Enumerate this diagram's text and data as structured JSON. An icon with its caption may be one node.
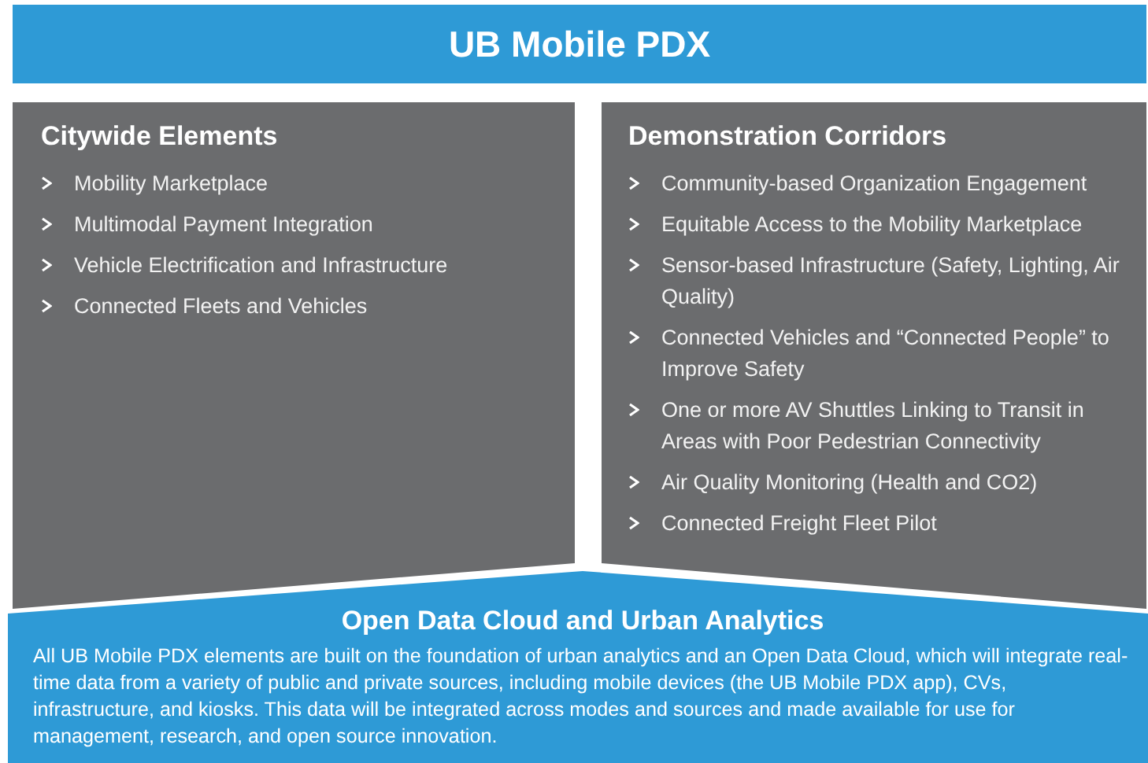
{
  "diagram": {
    "title": "UB Mobile PDX",
    "nodes": [
      {
        "text": [
          "Citywide Elements",
          "Mobility Marketplace",
          "Multimodal Payment Integration",
          "Vehicle Electrification and Infrastructure",
          "Connected Fleets and Vehicles"
        ]
      },
      {
        "text": [
          "Demonstration Corridors",
          "Community-based Organization Engagement",
          "Equitable Access to the Mobility Marketplace",
          "Sensor-based Infrastructure (Safety, Lighting, Air Quality)",
          "Connected Vehicles and “Connected People” to Improve Safety",
          "One or more AV Shuttles Linking to Transit in Areas with Poor Pedestrian Connectivity",
          "Air Quality Monitoring (Health and CO2)",
          "Connected Freight Fleet Pilot"
        ]
      },
      {
        "text": [
          "Open Data Cloud and Urban Analytics",
          "All UB Mobile PDX elements are built on the foundation of urban analytics and an Open Data Cloud, which will integrate real-time data from a variety of public and private sources, including mobile devices (the UB Mobile PDX app), CVs, infrastructure, and kiosks. This data will be integrated across modes and sources and made available for use for management, research, and open source innovation."
        ]
      }
    ],
    "edges": []
  }
}
